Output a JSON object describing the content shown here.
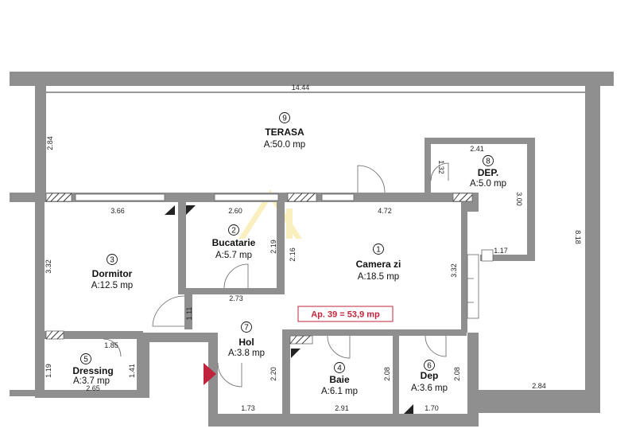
{
  "rooms": [
    {
      "num": "9",
      "name": "TERASA",
      "area": "A:50.0 mp"
    },
    {
      "num": "8",
      "name": "DEP.",
      "area": "A:5.0 mp"
    },
    {
      "num": "2",
      "name": "Bucatarie",
      "area": "A:5.7 mp"
    },
    {
      "num": "1",
      "name": "Camera zi",
      "area": "A:18.5 mp"
    },
    {
      "num": "3",
      "name": "Dormitor",
      "area": "A:12.5 mp"
    },
    {
      "num": "7",
      "name": "Hol",
      "area": "A:3.8 mp"
    },
    {
      "num": "5",
      "name": "Dressing",
      "area": "A:3.7 mp"
    },
    {
      "num": "4",
      "name": "Baie",
      "area": "A:6.1 mp"
    },
    {
      "num": "6",
      "name": "Dep",
      "area": "A:3.6 mp"
    }
  ],
  "apartment_label": "Ap. 39 = 53,9 mp",
  "dimensions": [
    "14.44",
    "2.84",
    "2.41",
    "1.32",
    "3.00",
    "8.18",
    "1.17",
    "3.66",
    "2.60",
    "4.72",
    "3.32",
    "2.19",
    "2.16",
    "3.32",
    "2.73",
    "1.11",
    "1.85",
    "1.19",
    "1.41",
    "2.65",
    "2.20",
    "2.08",
    "2.08",
    "1.73",
    "2.91",
    "1.70",
    "2.84"
  ]
}
